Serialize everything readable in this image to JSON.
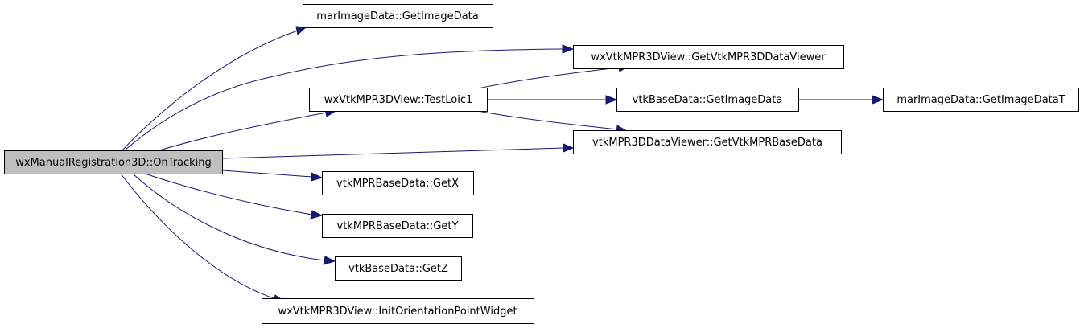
{
  "diagram": {
    "type": "call-graph",
    "nodes": [
      {
        "id": "root",
        "label": "wxManualRegistration3D::OnTracking",
        "root": true
      },
      {
        "id": "getimagedata_mar",
        "label": "marImageData::GetImageData"
      },
      {
        "id": "getvtkmpr3ddataviewer",
        "label": "wxVtkMPR3DView::GetVtkMPR3DDataViewer"
      },
      {
        "id": "testloic1",
        "label": "wxVtkMPR3DView::TestLoic1"
      },
      {
        "id": "getimagedata_vtkbase",
        "label": "vtkBaseData::GetImageData"
      },
      {
        "id": "getimagedatat",
        "label": "marImageData::GetImageDataT"
      },
      {
        "id": "getvtkmprbasedata",
        "label": "vtkMPR3DDataViewer::GetVtkMPRBaseData"
      },
      {
        "id": "getx",
        "label": "vtkMPRBaseData::GetX"
      },
      {
        "id": "gety",
        "label": "vtkMPRBaseData::GetY"
      },
      {
        "id": "getz",
        "label": "vtkBaseData::GetZ"
      },
      {
        "id": "initorientation",
        "label": "wxVtkMPR3DView::InitOrientationPointWidget"
      }
    ],
    "edges": [
      {
        "from": "root",
        "to": "getimagedata_mar"
      },
      {
        "from": "root",
        "to": "getvtkmpr3ddataviewer"
      },
      {
        "from": "root",
        "to": "testloic1"
      },
      {
        "from": "root",
        "to": "getvtkmprbasedata"
      },
      {
        "from": "root",
        "to": "getx"
      },
      {
        "from": "root",
        "to": "gety"
      },
      {
        "from": "root",
        "to": "getz"
      },
      {
        "from": "root",
        "to": "initorientation"
      },
      {
        "from": "testloic1",
        "to": "getvtkmpr3ddataviewer"
      },
      {
        "from": "testloic1",
        "to": "getimagedata_vtkbase"
      },
      {
        "from": "testloic1",
        "to": "getvtkmprbasedata"
      },
      {
        "from": "getimagedata_vtkbase",
        "to": "getimagedatat"
      }
    ],
    "colors": {
      "edge": "#191970",
      "root_fill": "#bfbfbf",
      "node_fill": "#ffffff",
      "border": "#000000"
    }
  }
}
